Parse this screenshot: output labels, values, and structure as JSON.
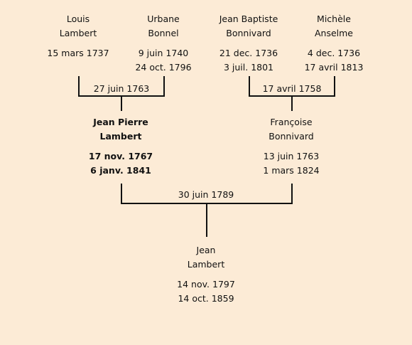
{
  "grandparents": [
    {
      "first": "Louis",
      "last": "Lambert",
      "birth": "15 mars 1737",
      "death": ""
    },
    {
      "first": "Urbane",
      "last": "Bonnel",
      "birth": "9 juin 1740",
      "death": "24 oct. 1796"
    },
    {
      "first": "Jean Baptiste",
      "last": "Bonnivard",
      "birth": "21 dec. 1736",
      "death": "3 juil. 1801"
    },
    {
      "first": "Michèle",
      "last": "Anselme",
      "birth": "4 dec. 1736",
      "death": "17 avril 1813"
    }
  ],
  "grandparent_marriages": [
    "27 juin 1763",
    "17 avril 1758"
  ],
  "parents": [
    {
      "first": "Jean Pierre",
      "last": "Lambert",
      "birth": "17 nov. 1767",
      "death": "6 janv. 1841"
    },
    {
      "first": "Françoise",
      "last": "Bonnivard",
      "birth": "13 juin 1763",
      "death": "1 mars 1824"
    }
  ],
  "parent_marriage": "30 juin 1789",
  "child": {
    "first": "Jean",
    "last": "Lambert",
    "birth": "14 nov. 1797",
    "death": "14 oct. 1859"
  }
}
